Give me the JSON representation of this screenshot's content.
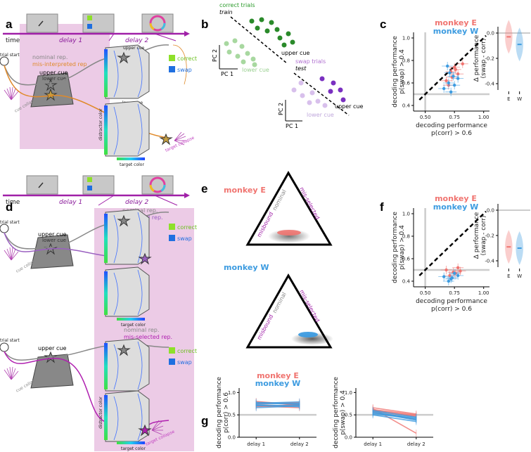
{
  "panels": {
    "a": "a",
    "b": "b",
    "c": "c",
    "d": "d",
    "e": "e",
    "f": "f",
    "g": "g"
  },
  "timeline": {
    "time": "time",
    "delay1": "delay 1",
    "delay2": "delay 2"
  },
  "panel_a": {
    "trial_start": "trial start",
    "nominal": "nominal rep.",
    "misinterpreted": "mis-interpreted rep",
    "upper_cue": "upper cue",
    "lower_cue": "lower cue",
    "upper_cue_small": "upper cue",
    "correct": "correct",
    "swap": "swap",
    "target_color": "target color",
    "distractor_color": "distractor color",
    "cue_collapse": "cue collapse",
    "target_collapse": "target collapse"
  },
  "panel_b": {
    "correct_trials": "correct trials",
    "train": "train",
    "upper_cue": "upper cue",
    "lower_cue": "lower cue",
    "pc1": "PC 1",
    "pc2": "PC 2",
    "swap_trials": "swap trials",
    "test": "test"
  },
  "panel_d": {
    "trial_start": "trial start",
    "nominal": "nominal rep.",
    "misbound": "misbound rep.",
    "misselected": "mis-selected rep.",
    "upper_cue": "upper cue",
    "lower_cue": "lower cue",
    "correct": "correct",
    "swap": "swap",
    "target_color": "target color",
    "distractor_color": "distractor color",
    "cue_collapse": "cue collapse",
    "target_collapse": "target collapse"
  },
  "panel_e": {
    "monkeyE": "monkey E",
    "monkeyW": "monkey W",
    "nominal": "nominal",
    "misbound": "misbound",
    "misselected": "mis-selected"
  },
  "colors": {
    "monkeyE": "#f07470",
    "monkeyW": "#3c9be0",
    "correct": "#8ee02a",
    "swap": "#1f6fe0",
    "purple": "#a020a8",
    "pink_bg": "#eccbe6"
  },
  "chart_data": [
    {
      "type": "scatter",
      "panel": "c",
      "legend": [
        "monkey E",
        "monkey W"
      ],
      "xlabel": [
        "decoding performance",
        "p(corr) > 0.6"
      ],
      "ylabel": [
        "decoding performance",
        "p(swap) > 0.4"
      ],
      "xticks": [
        "0.50",
        "0.75",
        "1.00"
      ],
      "yticks": [
        "0.4",
        "0.6",
        "0.8",
        "1.0"
      ],
      "xlim": [
        0.4,
        1.05
      ],
      "ylim": [
        0.35,
        1.05
      ],
      "series": [
        {
          "name": "monkey E",
          "x": [
            0.68,
            0.72,
            0.75,
            0.78,
            0.7,
            0.82,
            0.73,
            0.76
          ],
          "y": [
            0.62,
            0.7,
            0.74,
            0.68,
            0.58,
            0.77,
            0.65,
            0.72
          ]
        },
        {
          "name": "monkey W",
          "x": [
            0.66,
            0.7,
            0.74,
            0.72,
            0.78,
            0.69,
            0.75,
            0.71
          ],
          "y": [
            0.55,
            0.6,
            0.66,
            0.52,
            0.64,
            0.75,
            0.58,
            0.69
          ]
        }
      ]
    },
    {
      "type": "violin",
      "panel": "c-right",
      "ylabel": [
        "Δ performance",
        "(swap - corr)"
      ],
      "categories": [
        "E",
        "W"
      ],
      "yticks": [
        "0.0",
        "-0.2",
        "-0.4"
      ],
      "ylim": [
        -0.45,
        0.05
      ],
      "medians": [
        -0.03,
        -0.09
      ]
    },
    {
      "type": "scatter",
      "panel": "f",
      "legend": [
        "monkey E",
        "monkey W"
      ],
      "xlabel": [
        "decoding performance",
        "p(corr) > 0.6"
      ],
      "ylabel": [
        "decoding performance",
        "p(swap) > 0.4"
      ],
      "xticks": [
        "0.50",
        "0.75",
        "1.00"
      ],
      "yticks": [
        "0.4",
        "0.6",
        "0.8",
        "1.0"
      ],
      "xlim": [
        0.4,
        1.05
      ],
      "ylim": [
        0.35,
        1.05
      ],
      "series": [
        {
          "name": "monkey E",
          "x": [
            0.68,
            0.74,
            0.78,
            0.71,
            0.8,
            0.76
          ],
          "y": [
            0.5,
            0.48,
            0.52,
            0.45,
            0.49,
            0.47
          ]
        },
        {
          "name": "monkey W",
          "x": [
            0.66,
            0.72,
            0.75,
            0.7,
            0.78,
            0.73
          ],
          "y": [
            0.44,
            0.42,
            0.47,
            0.4,
            0.45,
            0.43
          ]
        }
      ]
    },
    {
      "type": "violin",
      "panel": "f-right",
      "ylabel": [
        "Δ performance",
        "(swap - corr)"
      ],
      "categories": [
        "E",
        "W"
      ],
      "yticks": [
        "0.0",
        "-0.2",
        "-0.4"
      ],
      "ylim": [
        -0.45,
        0.05
      ],
      "medians": [
        -0.29,
        -0.3
      ]
    },
    {
      "type": "line",
      "panel": "g-left",
      "legend": [
        "monkey E",
        "monkey W"
      ],
      "categories": [
        "delay 1",
        "delay 2"
      ],
      "ylabel": [
        "decoding performance",
        "p(corr) > 0.6"
      ],
      "yticks": [
        "0.0",
        "0.5",
        "1.0"
      ],
      "ylim": [
        0,
        1.1
      ],
      "series": [
        {
          "name": "monkey E",
          "values": [
            [
              0.72,
              0.7
            ],
            [
              0.78,
              0.75
            ],
            [
              0.68,
              0.74
            ],
            [
              0.8,
              0.72
            ],
            [
              0.75,
              0.78
            ],
            [
              0.7,
              0.66
            ]
          ]
        },
        {
          "name": "monkey W",
          "values": [
            [
              0.74,
              0.76
            ],
            [
              0.7,
              0.72
            ],
            [
              0.78,
              0.74
            ],
            [
              0.66,
              0.7
            ],
            [
              0.72,
              0.68
            ],
            [
              0.76,
              0.79
            ]
          ]
        }
      ]
    },
    {
      "type": "line",
      "panel": "g-right",
      "categories": [
        "delay 1",
        "delay 2"
      ],
      "ylabel": [
        "decoding performance",
        "p(swap) > 0.4"
      ],
      "yticks": [
        "0.0",
        "0.5",
        "1.0"
      ],
      "ylim": [
        0,
        1.1
      ],
      "series": [
        {
          "name": "monkey E",
          "values": [
            [
              0.62,
              0.5
            ],
            [
              0.58,
              0.46
            ],
            [
              0.66,
              0.52
            ],
            [
              0.55,
              0.4
            ],
            [
              0.6,
              0.48
            ],
            [
              0.64,
              0.09
            ]
          ]
        },
        {
          "name": "monkey W",
          "values": [
            [
              0.56,
              0.38
            ],
            [
              0.52,
              0.42
            ],
            [
              0.6,
              0.45
            ],
            [
              0.5,
              0.35
            ],
            [
              0.58,
              0.4
            ],
            [
              0.54,
              0.44
            ]
          ]
        }
      ]
    }
  ]
}
